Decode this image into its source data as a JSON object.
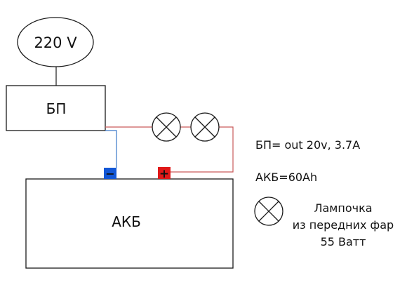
{
  "source": {
    "label": "220 V"
  },
  "power_supply": {
    "label": "БП"
  },
  "battery": {
    "label": "АКБ",
    "negative_symbol": "−",
    "positive_symbol": "+"
  },
  "lamps": {
    "count": 2
  },
  "specs": {
    "power_supply_spec": "БП= out 20v, 3.7A",
    "battery_spec": "АКБ=60Ah"
  },
  "legend": {
    "line1": "Лампочка",
    "line2": "из передних фар",
    "line3": "55 Ватт"
  },
  "colors": {
    "outline": "#1a1a1a",
    "positive_wire": "#c95a5a",
    "negative_wire": "#3a78c8",
    "negative_terminal": "#1357d6",
    "positive_terminal": "#e01818"
  }
}
